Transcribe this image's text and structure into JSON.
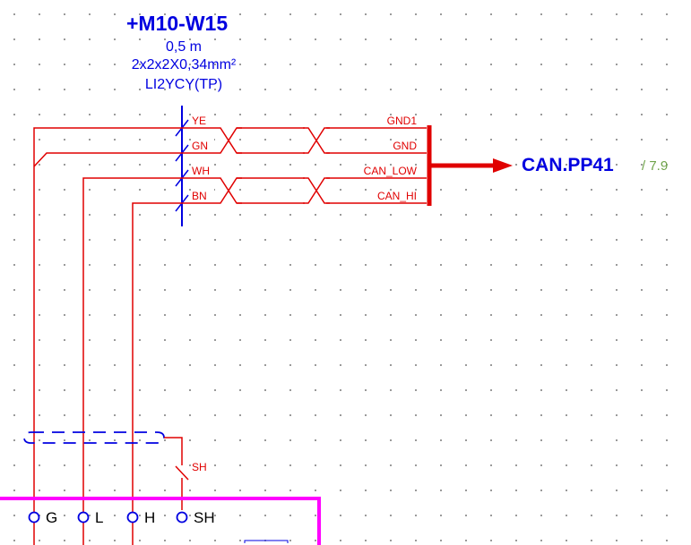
{
  "cable": {
    "designation": "+M10-W15",
    "length": "0,5 m",
    "cross_section": "2x2x2X0,34mm²",
    "type": "LI2YCY(TP)"
  },
  "conductors": [
    {
      "color": "YE",
      "signal": "GND1"
    },
    {
      "color": "GN",
      "signal": "GND"
    },
    {
      "color": "WH",
      "signal": "CAN_LOW"
    },
    {
      "color": "BN",
      "signal": "CAN_HI"
    }
  ],
  "target": {
    "name": "CAN.PP41",
    "page_ref": "/ 7.9"
  },
  "shield": {
    "label": "SH"
  },
  "terminals": [
    {
      "label": "G"
    },
    {
      "label": "L"
    },
    {
      "label": "H"
    },
    {
      "label": "SH"
    }
  ],
  "colors": {
    "wire": "#e00000",
    "cable_text": "#0000e0",
    "device_box": "#ff00ff",
    "reference": "#6fa34a"
  }
}
